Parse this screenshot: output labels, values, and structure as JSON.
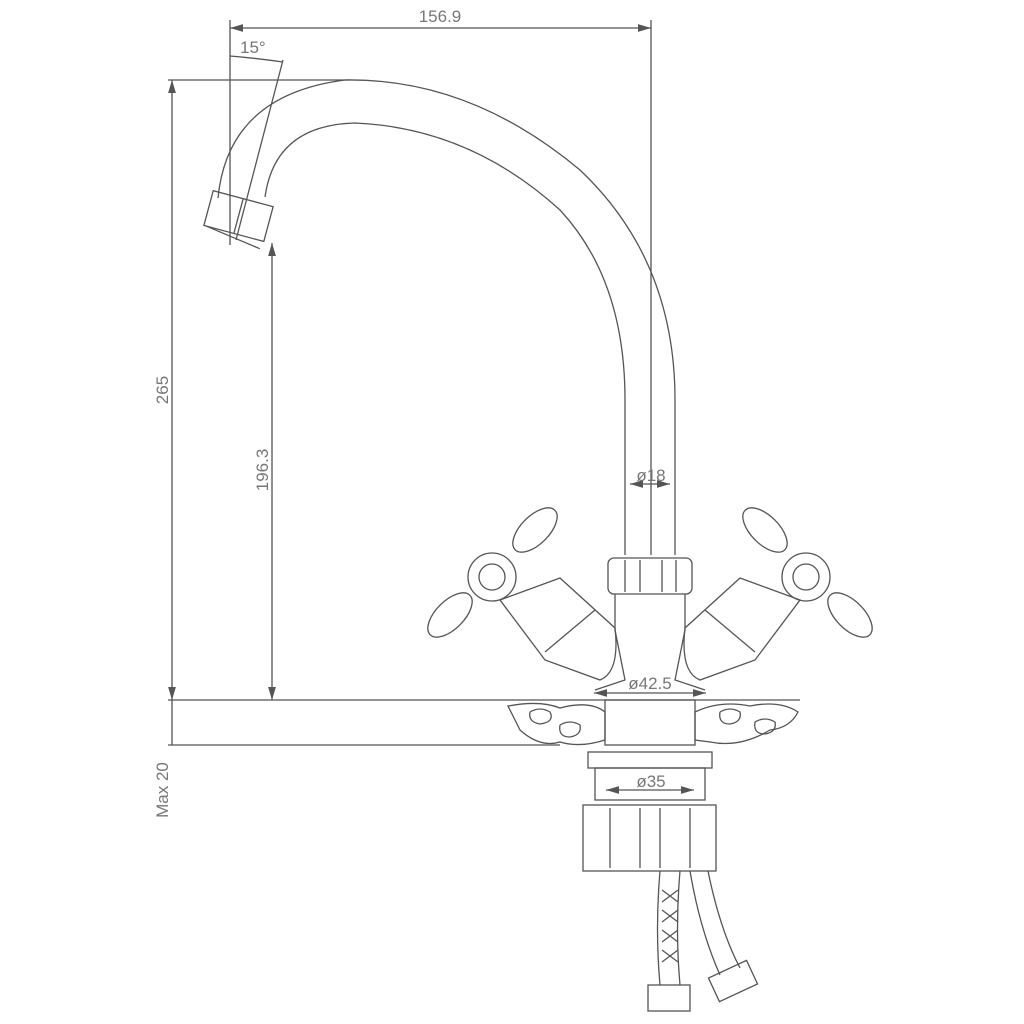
{
  "drawing": {
    "title": "Faucet dimension drawing",
    "dimensions": {
      "spout_reach": "156.9",
      "spout_angle": "15°",
      "total_height": "265",
      "spout_height": "196.3",
      "pipe_diameter": "ø18",
      "base_diameter": "ø42.5",
      "mount_diameter": "ø35",
      "max_counter_thickness": "Max 20"
    },
    "line_color": "#555555"
  }
}
